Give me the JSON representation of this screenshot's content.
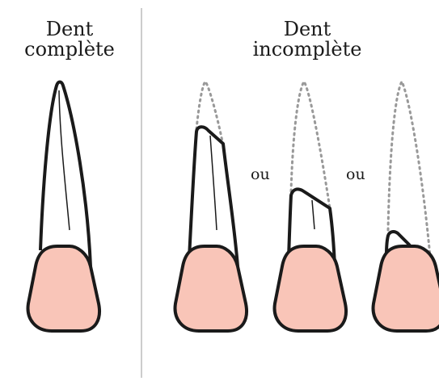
{
  "left_panel": {
    "title_line1": "Dent",
    "title_line2": "complète"
  },
  "right_panel": {
    "title_line1": "Dent",
    "title_line2": "incomplète",
    "separator_1": "ou",
    "separator_2": "ou"
  },
  "colors": {
    "crown_fill": "#f9c5b8",
    "outline": "#1a1a1a",
    "dotted_outline": "#999999",
    "divider": "#bbbbbb"
  }
}
